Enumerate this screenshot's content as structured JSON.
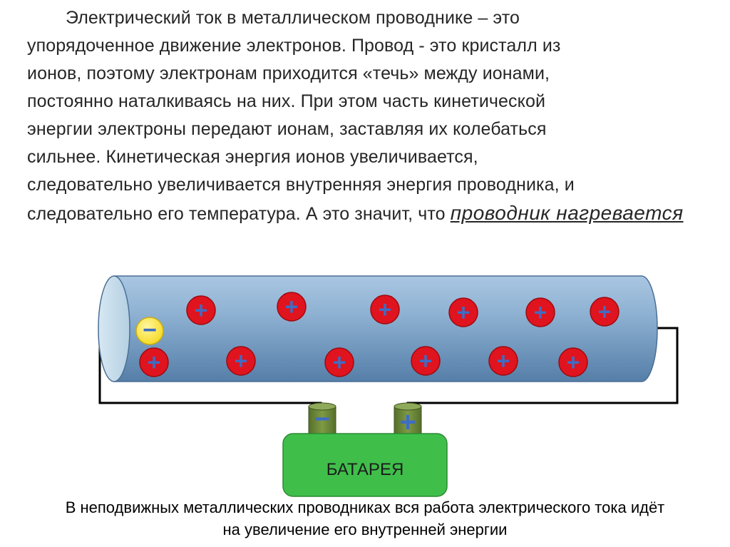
{
  "main_text": {
    "line_1": "Электрический ток в металлическом проводнике – это",
    "line_2": "упорядоченное движение  электронов. Провод - это кристалл из",
    "line_3": "ионов, поэтому электронам приходится «течь» между ионами,",
    "line_4": "постоянно наталкиваясь на них. При этом часть кинетической",
    "line_5": "энергии электроны передают ионам, заставляя их колебаться",
    "line_6": "сильнее. Кинетическая энергия ионов увеличивается,",
    "line_7": "следовательно увеличивается внутренняя энергия проводника, и",
    "line_8": "следовательно его температура. А это значит, что",
    "emphasis": "проводник нагревается"
  },
  "diagram": {
    "ion_sign": "+",
    "electron_sign": "−",
    "ion_count": 12,
    "electron_count": 1,
    "battery": {
      "label": "БАТАРЕЯ",
      "negative_sign": "−",
      "positive_sign": "+"
    },
    "colors": {
      "conductor": "#8fb2d3",
      "ion": "#e0141e",
      "ion_sign": "#3f6cc4",
      "electron": "#ffea3a",
      "battery_body": "#3fbf4a",
      "terminal": "#6b8a36"
    }
  },
  "footer": {
    "line_1": "В неподвижных металлических проводниках вся работа электрического тока идёт",
    "line_2": "на увеличение его внутренней энергии"
  }
}
